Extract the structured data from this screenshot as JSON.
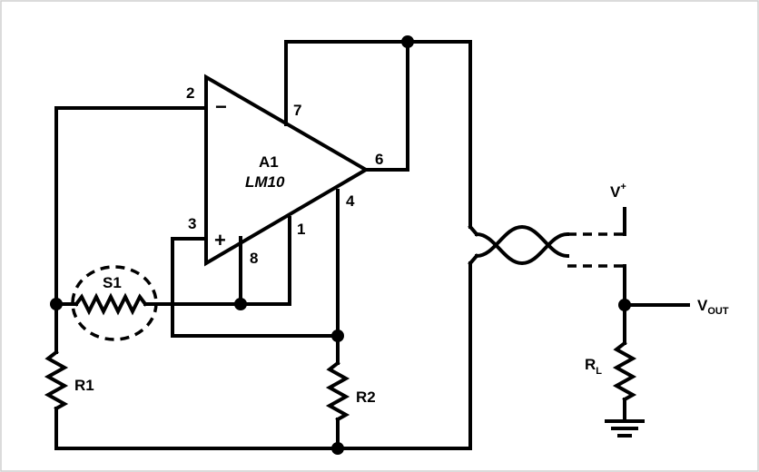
{
  "opamp": {
    "name": "A1",
    "part": "LM10",
    "pins": {
      "inverting": "2",
      "non_inverting": "3",
      "vplus": "7",
      "output": "6",
      "ground": "4",
      "ref": "8",
      "ref_fb": "1"
    },
    "minus_sign": "−",
    "plus_sign": "+"
  },
  "components": {
    "sensor": "S1",
    "r1": "R1",
    "r2": "R2",
    "rl_main": "R",
    "rl_sub": "L"
  },
  "supply": {
    "vplus_main": "V",
    "vplus_sup": "+",
    "vout_main": "V",
    "vout_sub": "OUT"
  }
}
